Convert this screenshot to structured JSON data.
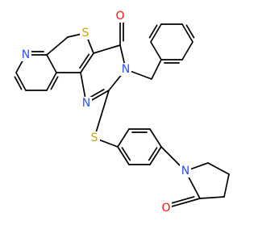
{
  "colors": {
    "background": "#ffffff",
    "bond": "#000000",
    "N": "#3050f8",
    "S": "#c9a400",
    "O": "#ff0d0d"
  },
  "atoms": [
    {
      "id": "N1",
      "element": "N",
      "label": "N"
    },
    {
      "id": "N2",
      "element": "N",
      "label": "N"
    },
    {
      "id": "N3",
      "element": "N",
      "label": "N"
    },
    {
      "id": "N4",
      "element": "N",
      "label": "N"
    },
    {
      "id": "S1",
      "element": "S",
      "label": "S"
    },
    {
      "id": "S2",
      "element": "S",
      "label": "S"
    },
    {
      "id": "O1",
      "element": "O",
      "label": "O"
    },
    {
      "id": "O2",
      "element": "O",
      "label": "O"
    }
  ]
}
